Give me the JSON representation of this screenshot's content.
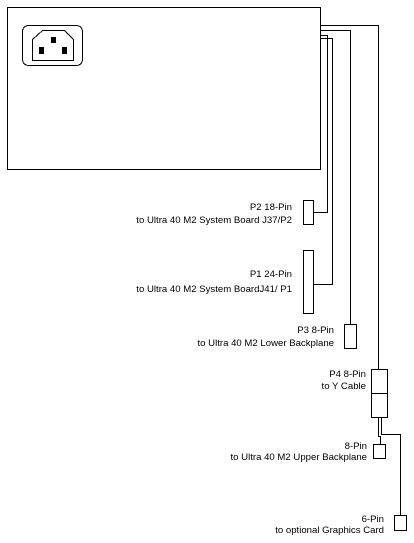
{
  "labels": {
    "p2_title": "P2 18-Pin",
    "p2_dest": "to Ultra 40 M2 System Board J37/P2",
    "p1_title": "P1 24-Pin",
    "p1_dest": "to Ultra 40 M2 System BoardJ41/ P1",
    "p3_title": "P3 8-Pin",
    "p3_dest": "to Ultra 40 M2 Lower  Backplane",
    "p4_title": "P4 8-Pin",
    "p4_dest": "to Y Cable",
    "upper_title": "8-Pin",
    "upper_dest": "to Ultra 40 M2 Upper Backplane",
    "gfx_title": "6-Pin",
    "gfx_dest": "to optional Graphics Card"
  },
  "icons": {
    "inlet": "ac-power-inlet-icon"
  },
  "colors": {
    "stroke": "#000000",
    "background": "#ffffff"
  }
}
